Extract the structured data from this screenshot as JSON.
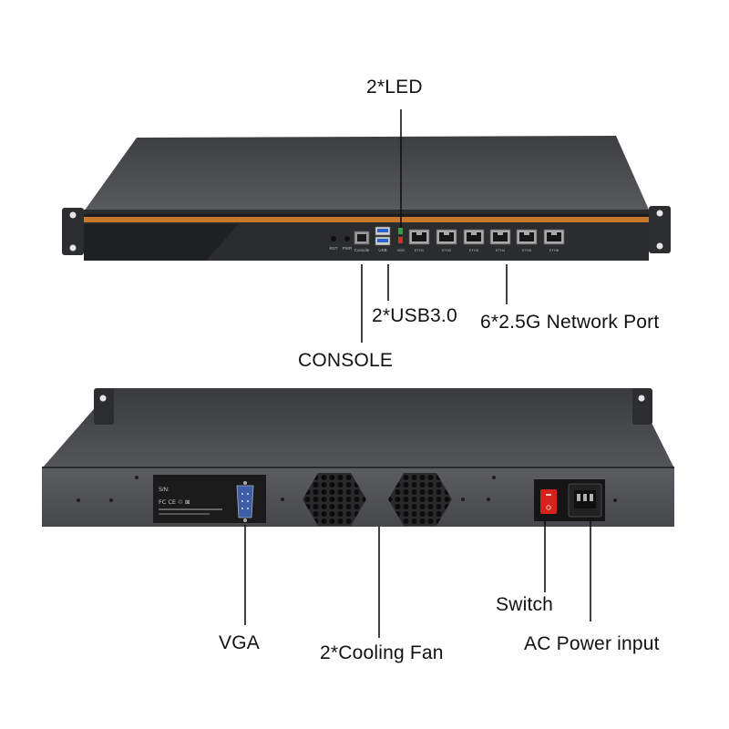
{
  "front_labels": {
    "led": "2*LED",
    "usb": "2*USB3.0",
    "network": "6*2.5G Network Port",
    "console": "CONSOLE"
  },
  "front_panel_text": {
    "rst": "RST",
    "pwr": "PWR",
    "console_port": "Console",
    "usb_port": "USB",
    "led_text": "HDD",
    "eth_ports": [
      "ETH1",
      "ETH2",
      "ETH3",
      "ETH4",
      "ETH5",
      "ETH6"
    ]
  },
  "rear_labels": {
    "vga": "VGA",
    "fan": "2*Cooling Fan",
    "switch": "Switch",
    "ac_power": "AC Power input"
  },
  "rear_panel_text": {
    "serial": "S/N:",
    "cert_marks": "FC CE ♲ ⊠"
  },
  "colors": {
    "chassis_dark": "#2c2d2f",
    "chassis_top": "#4a4b4d",
    "accent_stripe": "#c9772a",
    "switch_red": "#d4231c"
  }
}
